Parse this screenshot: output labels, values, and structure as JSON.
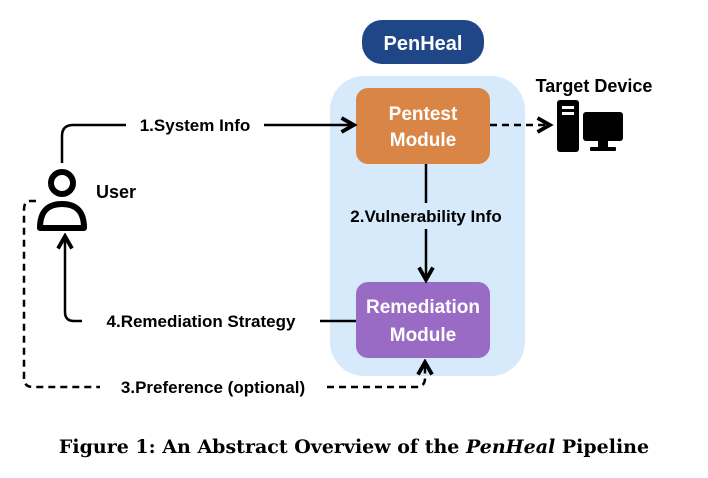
{
  "title_pill": "PenHeal",
  "target_device_label": "Target Device",
  "user_label": "User",
  "pentest_module": {
    "line1": "Pentest",
    "line2": "Module"
  },
  "remediation_module": {
    "line1": "Remediation",
    "line2": "Module"
  },
  "edges": {
    "system_info": "1.System Info",
    "vulnerability_info": "2.Vulnerability Info",
    "preference": "3.Preference (optional)",
    "remediation_strategy": "4.Remediation Strategy"
  },
  "caption": {
    "prefix": "Figure 1: An Abstract Overview of the ",
    "emph": "PenHeal",
    "suffix": " Pipeline"
  },
  "colors": {
    "pill": "#1f4788",
    "container": "#d6eafb",
    "pentest": "#d98545",
    "remediation": "#9a6bc4"
  },
  "icons": [
    "user-icon",
    "target-device-icon"
  ]
}
